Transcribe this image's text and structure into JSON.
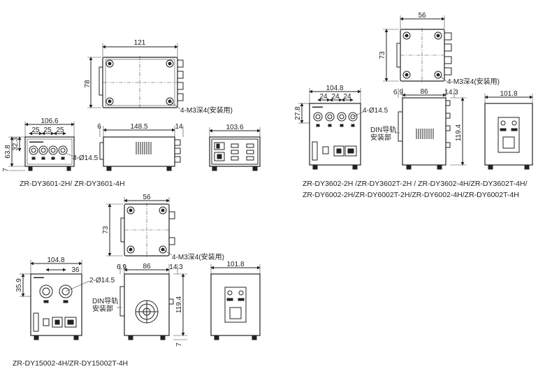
{
  "units": {
    "top_left": {
      "top_view": {
        "w": "121",
        "h": "78",
        "note": "4-M3深4(安装用)"
      },
      "front_view": {
        "w": "106.6",
        "p1": "25",
        "p2": "25",
        "p3": "25",
        "h": "63.8",
        "h2": "32.3",
        "base": "7",
        "hole": "4-Ø14.5"
      },
      "side_view": {
        "l": "6",
        "w": "148.5",
        "r": "14"
      },
      "back_view": {
        "w": "103.6"
      },
      "caption": "ZR-DY3601-2H/ ZR-DY3601-4H"
    },
    "top_right": {
      "top_view": {
        "w": "56",
        "h": "73",
        "note": "4-M3深4(安装用)"
      },
      "front_view": {
        "w": "104.8",
        "p1": "24",
        "p2": "24",
        "p3": "24",
        "h": "27.8",
        "hole": "4-Ø14.5"
      },
      "side_view": {
        "l": "6.9",
        "w": "86",
        "r": "14.3",
        "h": "119.4",
        "din": "DIN导轨\n安装部"
      },
      "back_view": {
        "w": "101.8"
      },
      "caption_line1": "ZR-DY3602-2H /ZR-DY3602T-2H / ZR-DY3602-4H/ZR-DY3602T-4H/",
      "caption_line2": "ZR-DY6002-2H/ZR-DY6002T-2H/ZR-DY6002-4H/ZR-DY6002T-4H"
    },
    "bottom_left": {
      "top_view": {
        "w": "56",
        "h": "73",
        "note": "4-M3深4(安装用)"
      },
      "front_view": {
        "w": "104.8",
        "p1": "36",
        "h": "35.9",
        "hole": "2-Ø14.5"
      },
      "side_view": {
        "l": "6.9",
        "w": "86",
        "r": "14.3",
        "h": "119.4",
        "base": "7",
        "din": "DIN导轨\n安装部"
      },
      "back_view": {
        "w": "101.8"
      },
      "caption": "ZR-DY15002-4H/ZR-DY15002T-4H"
    }
  },
  "colors": {
    "line": "#222222",
    "paper": "#ffffff"
  }
}
